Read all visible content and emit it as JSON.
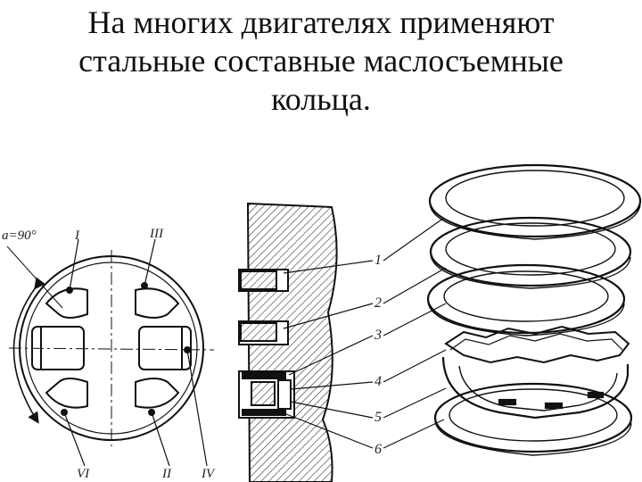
{
  "title": {
    "line1": "На многих двигателях применяют",
    "line2": "стальные составные маслосъемные",
    "line3": "кольца."
  },
  "figure": {
    "angle_label": "a=90°",
    "roman_labels": [
      "I",
      "III",
      "VI",
      "II",
      "IV"
    ],
    "callouts": [
      "1",
      "2",
      "3",
      "4",
      "5",
      "6"
    ]
  }
}
